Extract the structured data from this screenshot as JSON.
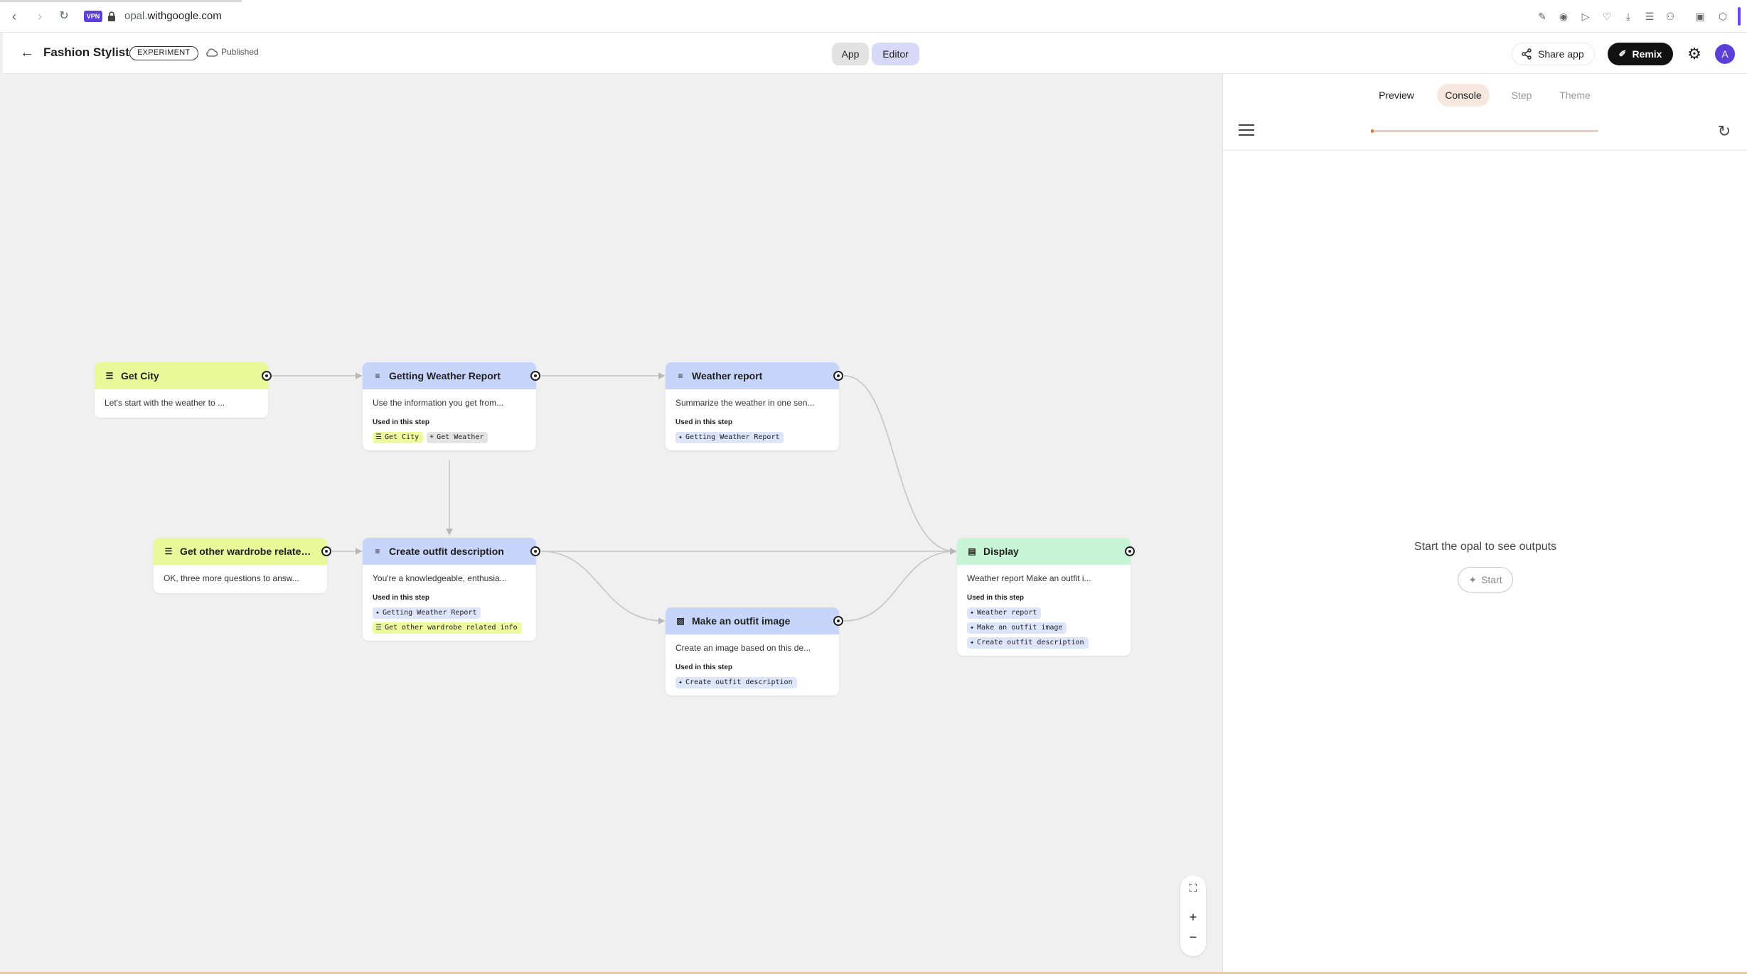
{
  "browser": {
    "url_domain": "opal.",
    "url_rest": "withgoogle.com",
    "vpn_label": "VPN"
  },
  "header": {
    "title": "Fashion Stylist",
    "experiment_label": "EXPERIMENT",
    "status": "Published",
    "mode_app": "App",
    "mode_editor": "Editor",
    "share_label": "Share app",
    "remix_label": "Remix",
    "avatar_initial": "A"
  },
  "nodes": {
    "get_city": {
      "title": "Get City",
      "desc": "Let's start with the weather to ...",
      "color": "#e9f99a"
    },
    "getting_weather": {
      "title": "Getting Weather Report",
      "desc": "Use the information you get from...",
      "used_label": "Used in this step",
      "chips": [
        "Get City",
        "Get Weather"
      ]
    },
    "weather_report": {
      "title": "Weather report",
      "desc": "Summarize the weather in one sen...",
      "used_label": "Used in this step",
      "chips": [
        "Getting Weather Report"
      ]
    },
    "get_wardrobe": {
      "title": "Get other wardrobe related i...",
      "desc": "OK, three more questions to answ..."
    },
    "create_outfit": {
      "title": "Create outfit description",
      "desc": "You're a knowledgeable, enthusia...",
      "used_label": "Used in this step",
      "chips": [
        "Getting Weather Report",
        "Get other wardrobe related info"
      ]
    },
    "make_image": {
      "title": "Make an outfit image",
      "desc": "Create an image based on this de...",
      "used_label": "Used in this step",
      "chips": [
        "Create outfit description"
      ]
    },
    "display": {
      "title": "Display",
      "desc": "Weather report Make an outfit i...",
      "used_label": "Used in this step",
      "chips": [
        "Weather report",
        "Make an outfit image",
        "Create outfit description"
      ]
    }
  },
  "right_panel": {
    "tabs": [
      "Preview",
      "Console",
      "Step",
      "Theme"
    ],
    "active_tab": "Console",
    "empty_message": "Start the opal to see outputs",
    "start_label": "Start",
    "progress": 0.01
  },
  "colors": {
    "input_node": "#e9f99a",
    "generate_node": "#c7d5fb",
    "output_node": "#c8f5d5",
    "accent": "#5b3fd6"
  }
}
